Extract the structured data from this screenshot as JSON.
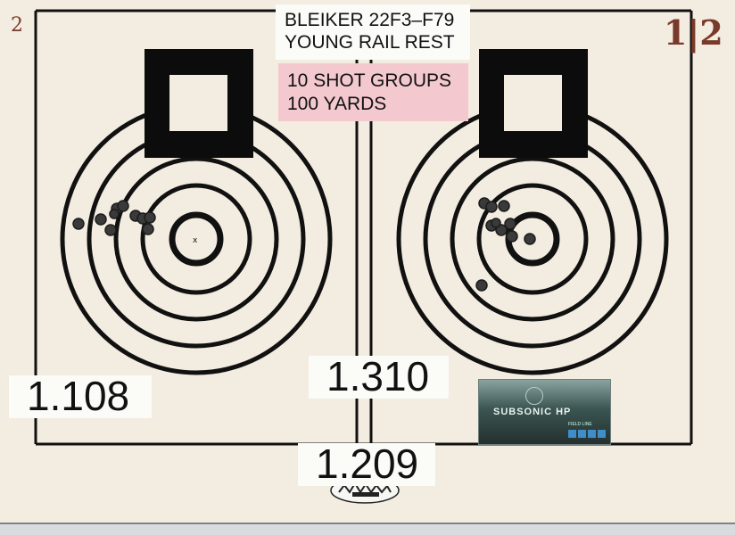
{
  "labels": {
    "rifle": "BLEIKER 22F3–F79",
    "rest": "YOUNG RAIL REST",
    "groups": "10 SHOT GROUPS",
    "distance": "100 YARDS",
    "left_group": "1.108",
    "right_group": "1.310",
    "average": "1.209",
    "corner_number": "2",
    "corner_date": "1|2",
    "ammo_brand": "SUBSONIC HP",
    "ammo_line": "FIELD LINE"
  },
  "colors": {
    "paper": "#f3ece0",
    "ink": "#111111",
    "pink_tag": "#f3c9cf"
  }
}
